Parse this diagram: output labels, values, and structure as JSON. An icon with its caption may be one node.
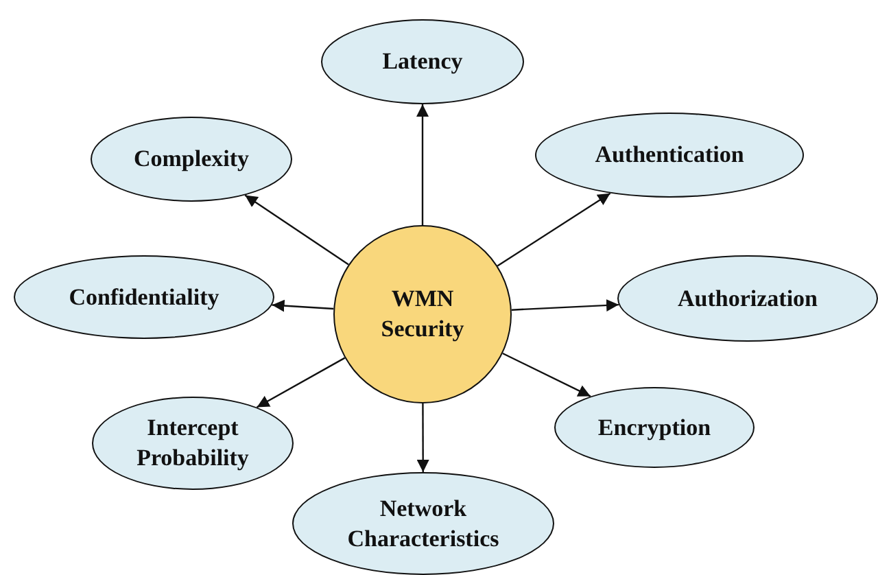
{
  "diagram": {
    "nodes": [
      {
        "text": [
          "WMN Security"
        ]
      },
      {
        "text": [
          "Latency"
        ]
      },
      {
        "text": [
          "Complexity"
        ]
      },
      {
        "text": [
          "Authentication"
        ]
      },
      {
        "text": [
          "Confidentiality"
        ]
      },
      {
        "text": [
          "Authorization"
        ]
      },
      {
        "text": [
          "Intercept Probability"
        ]
      },
      {
        "text": [
          "Encryption"
        ]
      },
      {
        "text": [
          "Network Characteristics"
        ]
      }
    ],
    "edges": [
      {
        "from": 0,
        "to": 1,
        "arrow": "to"
      },
      {
        "from": 0,
        "to": 2,
        "arrow": "to"
      },
      {
        "from": 0,
        "to": 3,
        "arrow": "to"
      },
      {
        "from": 0,
        "to": 4,
        "arrow": "to"
      },
      {
        "from": 0,
        "to": 5,
        "arrow": "to"
      },
      {
        "from": 0,
        "to": 6,
        "arrow": "to"
      },
      {
        "from": 0,
        "to": 7,
        "arrow": "to"
      },
      {
        "from": 0,
        "to": 8,
        "arrow": "to"
      }
    ]
  }
}
